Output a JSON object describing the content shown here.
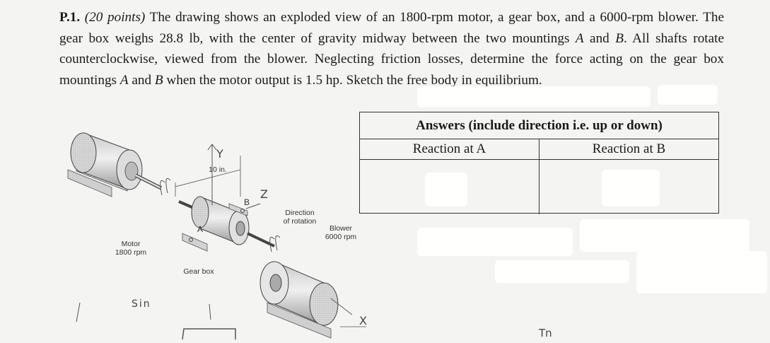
{
  "problem": {
    "number": "P.1.",
    "points": "(20 points)",
    "text_1": " The drawing shows an exploded view of an 1800-rpm motor, a gear box, and a 6000-rpm blower. The gear box weighs 28.8 lb, with the center of gravity midway between the two mountings ",
    "var_a": "A",
    "text_2": " and ",
    "var_b": "B",
    "text_3": ". All shafts rotate counterclockwise, viewed from the blower. Neglecting friction losses, determine the force acting on the gear box mountings ",
    "var_a2": "A",
    "text_4": " and ",
    "var_b2": "B",
    "text_5": " when the motor output is 1.5 hp. Sketch the free body in equilibrium."
  },
  "answers_table": {
    "title": "Answers (include direction i.e. up or down)",
    "col_a": "Reaction at A",
    "col_b": "Reaction at B"
  },
  "figure": {
    "motor_label": "Motor",
    "motor_rpm": "1800 rpm",
    "gearbox_label": "Gear box",
    "dimension_label": "10 in.",
    "direction_label_1": "Direction",
    "direction_label_2": "of rotation",
    "blower_label": "Blower",
    "blower_rpm": "6000 rpm",
    "mount_a": "A",
    "mount_b": "B"
  },
  "handwriting": {
    "y_axis": "Y",
    "z_axis": "Z",
    "x_axis": "X",
    "sin_note": "Sin",
    "bottom_note": "Tn"
  }
}
